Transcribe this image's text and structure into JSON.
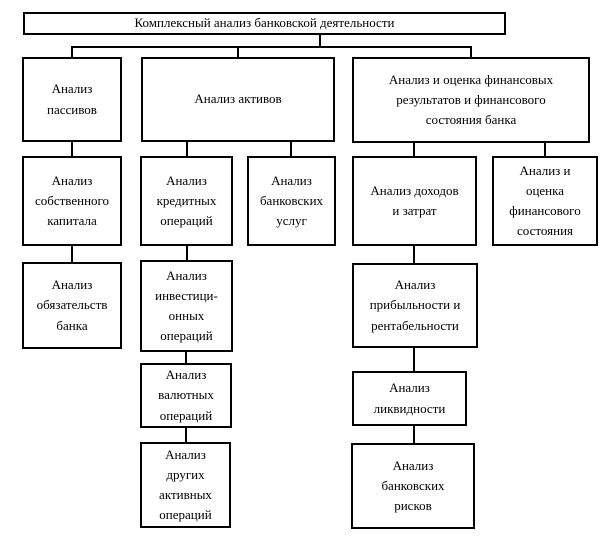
{
  "diagram": {
    "title": "Комплексный анализ банковской деятельности",
    "type": "hierarchy-flowchart",
    "colors": {
      "background": "#ffffff",
      "box_fill": "#ffffff",
      "box_border": "#000000",
      "text": "#000000",
      "line": "#000000"
    },
    "nodes": {
      "root": {
        "label": "Комплексный анализ банковской деятельности"
      },
      "passives": {
        "label": "Анализ\nпассивов"
      },
      "assets": {
        "label": "Анализ активов"
      },
      "finresults": {
        "label": "Анализ и оценка финансовых\nрезультатов и финансового\nсостояния банка"
      },
      "equity": {
        "label": "Анализ\nсобственного\nкапитала"
      },
      "credit": {
        "label": "Анализ\nкредитных\nопераций"
      },
      "services": {
        "label": "Анализ\nбанковских\nуслуг"
      },
      "income": {
        "label": "Анализ доходов\nи затрат"
      },
      "finstate": {
        "label": "Анализ и\nоценка\nфинансового\nсостояния"
      },
      "liabilities": {
        "label": "Анализ\nобязательств\nбанка"
      },
      "investment": {
        "label": "Анализ\nинвестици-\nонных\nопераций"
      },
      "profitability": {
        "label": "Анализ\nприбыльности и\nрентабельности"
      },
      "currency": {
        "label": "Анализ\nвалютных\nопераций"
      },
      "liquidity": {
        "label": "Анализ\nликвидности"
      },
      "other_active": {
        "label": "Анализ\nдругих\nактивных\nопераций"
      },
      "risks": {
        "label": "Анализ\nбанковских\nрисков"
      }
    },
    "edges": [
      [
        "root",
        "passives"
      ],
      [
        "root",
        "assets"
      ],
      [
        "root",
        "finresults"
      ],
      [
        "passives",
        "equity"
      ],
      [
        "equity",
        "liabilities"
      ],
      [
        "assets",
        "credit"
      ],
      [
        "assets",
        "services"
      ],
      [
        "credit",
        "investment"
      ],
      [
        "investment",
        "currency"
      ],
      [
        "currency",
        "other_active"
      ],
      [
        "finresults",
        "income"
      ],
      [
        "finresults",
        "finstate"
      ],
      [
        "income",
        "profitability"
      ],
      [
        "profitability",
        "liquidity"
      ],
      [
        "liquidity",
        "risks"
      ]
    ]
  }
}
